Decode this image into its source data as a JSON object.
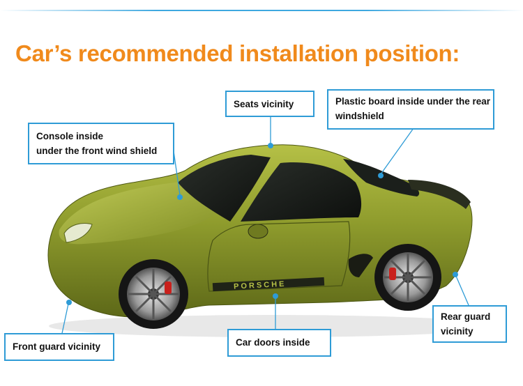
{
  "page": {
    "title": "Car’s recommended installation position:",
    "accent_color": "#f08a1c",
    "line_color": "#2e9bd6",
    "car_color": "#8c9a2c"
  },
  "labels": {
    "seats": "Seats vicinity",
    "rear_board_line1": "Plastic board inside under the rear",
    "rear_board_line2": "windshield",
    "console_line1": "Console inside",
    "console_line2": "under the front wind shield",
    "front_guard": "Front guard vicinity",
    "doors": "Car doors inside",
    "rear_guard_line1": "Rear guard",
    "rear_guard_line2": "vicinity"
  },
  "car": {
    "badge_text": "PORSCHE",
    "icon": "sports-car-photo"
  }
}
